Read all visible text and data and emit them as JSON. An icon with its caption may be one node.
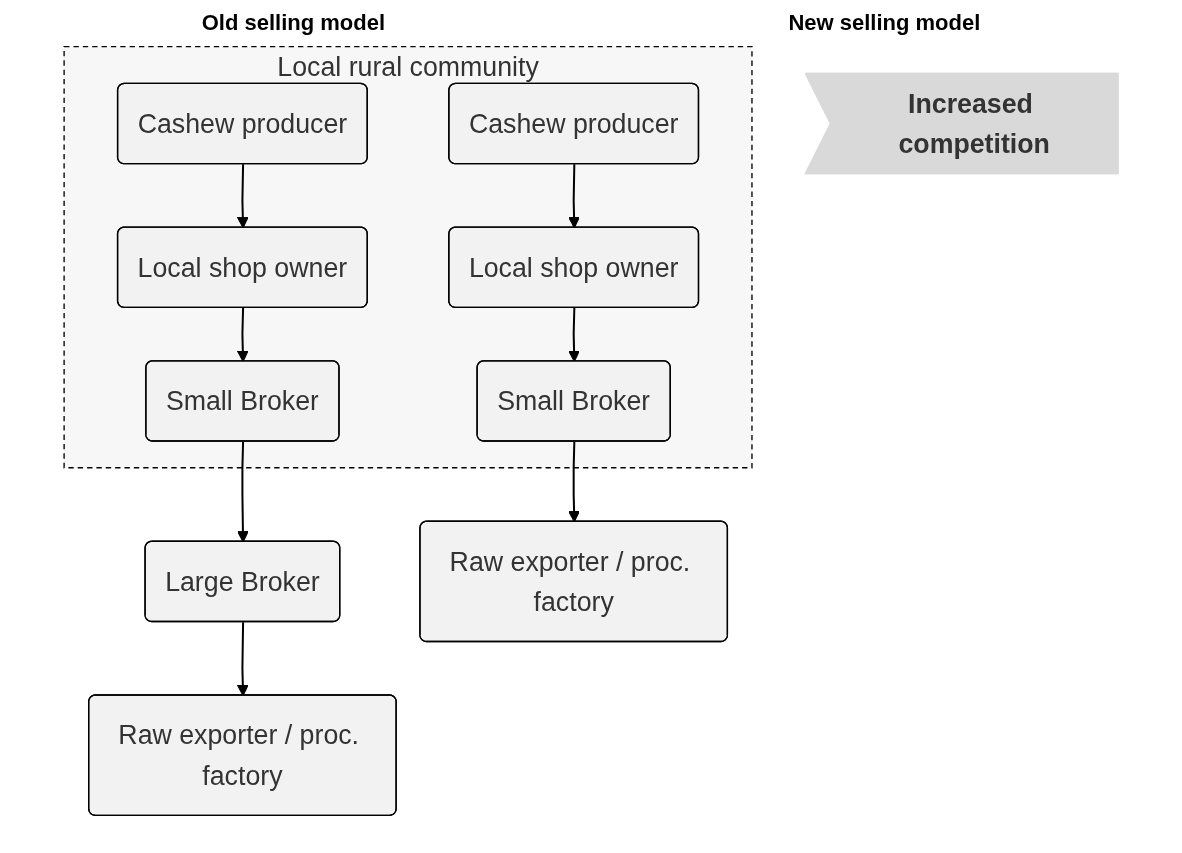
{
  "diagram": {
    "nodes": [
      {
        "text": [
          "Local rural community"
        ]
      },
      {
        "text": [
          "Cashew producer"
        ],
        "in": 0
      },
      {
        "text": [
          "Local shop owner"
        ],
        "in": 0
      },
      {
        "text": [
          "Small Broker"
        ],
        "in": 0
      },
      {
        "text": [
          "Large Broker"
        ]
      },
      {
        "text": [
          "Raw exporter / proc. factory"
        ]
      },
      {
        "text": [
          "Increased competition"
        ]
      },
      {
        "text": [
          "Cashew producer"
        ],
        "in": 0
      },
      {
        "text": [
          "Local shop owner"
        ],
        "in": 0
      },
      {
        "text": [
          "Small Broker"
        ],
        "in": 0
      },
      {
        "text": [
          "Raw exporter / proc. factory"
        ]
      }
    ],
    "edges": [
      {
        "from": 1,
        "to": 2,
        "arrow": "to"
      },
      {
        "from": 2,
        "to": 3,
        "arrow": "to"
      },
      {
        "from": 3,
        "to": 4,
        "arrow": "to"
      },
      {
        "from": 4,
        "to": 5,
        "arrow": "to"
      },
      {
        "from": 7,
        "to": 8,
        "arrow": "to"
      },
      {
        "from": 8,
        "to": 9,
        "arrow": "to"
      },
      {
        "from": 9,
        "to": 10,
        "arrow": "to"
      }
    ],
    "labels": [
      "Old selling model",
      "New selling model"
    ]
  }
}
